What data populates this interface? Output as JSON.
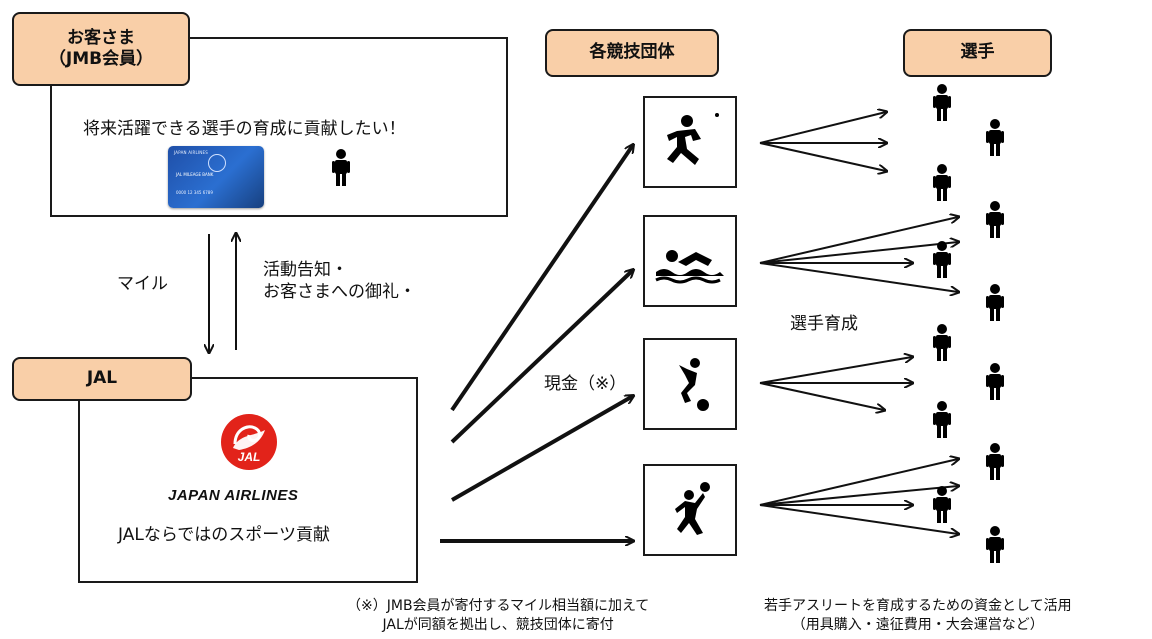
{
  "customer": {
    "tag": "お客さま\n（JMB会員）",
    "message": "将来活躍できる選手の育成に貢献したい！",
    "card": {
      "top_text": "JAPAN AIRLINES",
      "brand_text": "JAL MILEAGE BANK",
      "number_text": "0000 12 345 6789"
    }
  },
  "flow": {
    "miles_label": "マイル",
    "reward_label": "活動告知・\nお客さまへの御礼・"
  },
  "jal": {
    "tag": "JAL",
    "logo_text": "JAL",
    "wordmark": "JAPAN AIRLINES",
    "slogan": "JALならではのスポーツ貢献"
  },
  "sports": {
    "tag": "各競技団体",
    "cash_label": "現金（※）",
    "items": [
      {
        "icon": "football-player-icon"
      },
      {
        "icon": "swimmer-icon"
      },
      {
        "icon": "gymnast-icon"
      },
      {
        "icon": "volleyball-player-icon"
      }
    ]
  },
  "athletes": {
    "tag": "選手",
    "training_label": "選手育成"
  },
  "notes": {
    "cash_note": "（※）JMB会員が寄付するマイル相当額に加えて\nJALが同額を拠出し、競技団体に寄付",
    "fund_note": "若手アスリートを育成するための資金として活用\n（用具購入・遠征費用・大会運営など）"
  },
  "colors": {
    "tag_fill": "#f9cfa8",
    "jal_red": "#e2231a",
    "card_blue": "#1f4fa8"
  }
}
